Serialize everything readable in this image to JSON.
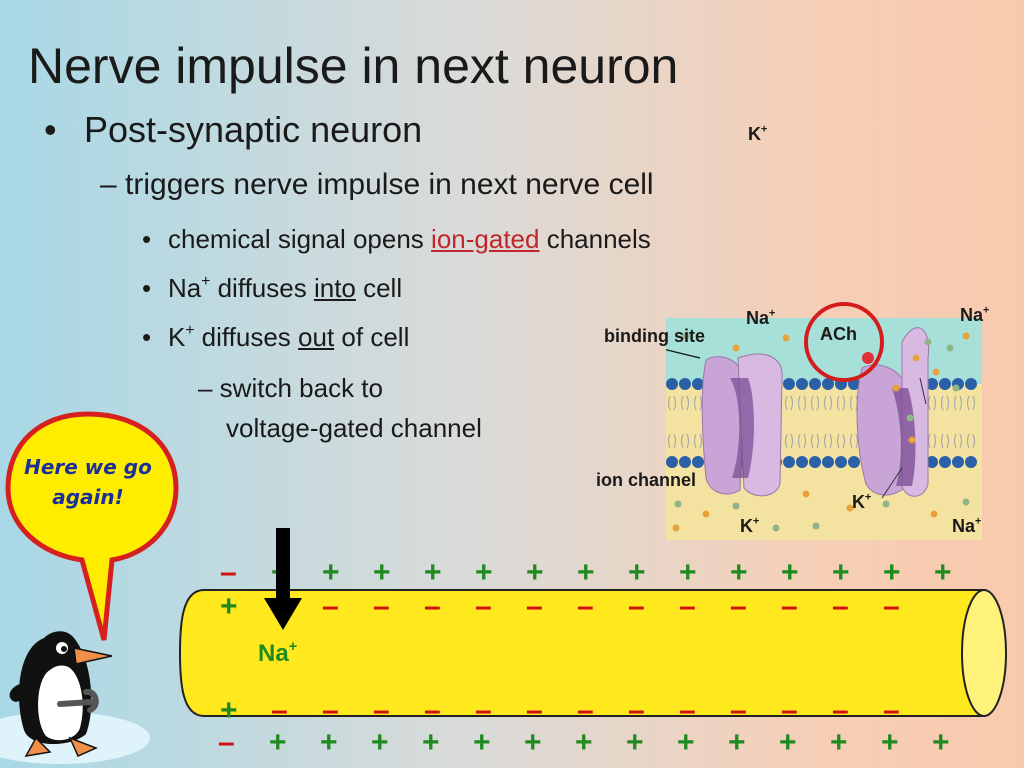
{
  "slide": {
    "title": "Nerve impulse in next neuron",
    "bullets": {
      "l1": "Post-synaptic neuron",
      "l1_marker": "•",
      "l2": "– triggers nerve impulse in next nerve cell",
      "l3_marker": "•",
      "l3a_pre": "chemical signal opens ",
      "l3a_link": "ion-gated",
      "l3a_post": " channels",
      "l3b_ion": "Na",
      "l3b_charge": "+",
      "l3b_pre": " diffuses ",
      "l3b_u": "into",
      "l3b_post": " cell",
      "l3c_ion": "K",
      "l3c_charge": "+",
      "l3c_pre": " diffuses ",
      "l3c_u": "out",
      "l3c_post": " of cell",
      "l4_line1": "– switch back to",
      "l4_line2": "voltage-gated channel"
    },
    "stray_k": {
      "ion": "K",
      "charge": "+"
    }
  },
  "membrane_figure": {
    "label_na_left": {
      "ion": "Na",
      "charge": "+"
    },
    "label_na_right": {
      "ion": "Na",
      "charge": "+"
    },
    "label_binding_site": "binding site",
    "label_ach": "ACh",
    "label_ion_channel": "ion channel",
    "label_k_mid": {
      "ion": "K",
      "charge": "+"
    },
    "label_k_low": {
      "ion": "K",
      "charge": "+"
    },
    "label_na_low": {
      "ion": "Na",
      "charge": "+"
    },
    "colors": {
      "extracellular": "#a6e0d8",
      "intracellular": "#f3e2a0",
      "protein": "#c9a4d6",
      "protein_dark": "#7e4f96",
      "head": "#2b5fa8",
      "highlight_circle": "#d31d1d"
    }
  },
  "mascot": {
    "speech": "Here we go again!",
    "speech_colors": {
      "fill": "#ffed00",
      "stroke": "#d6201f",
      "text": "#1b2e9a"
    }
  },
  "axon": {
    "top_outer": [
      "–",
      "+",
      "+",
      "+",
      "+",
      "+",
      "+",
      "+",
      "+",
      "+",
      "+",
      "+",
      "+",
      "+",
      "+"
    ],
    "top_inner": [
      "+",
      "–",
      "–",
      "–",
      "–",
      "–",
      "–",
      "–",
      "–",
      "–",
      "–",
      "–",
      "–",
      "–"
    ],
    "bottom_inner": [
      "+",
      "–",
      "–",
      "–",
      "–",
      "–",
      "–",
      "–",
      "–",
      "–",
      "–",
      "–",
      "–",
      "–"
    ],
    "bottom_outer": [
      "–",
      "+",
      "+",
      "+",
      "+",
      "+",
      "+",
      "+",
      "+",
      "+",
      "+",
      "+",
      "+",
      "+",
      "+"
    ],
    "na_label": {
      "ion": "Na",
      "charge": "+"
    },
    "colors": {
      "tube": "#ffe81e",
      "plus": "#1f8a1f",
      "minus": "#d01010"
    }
  }
}
